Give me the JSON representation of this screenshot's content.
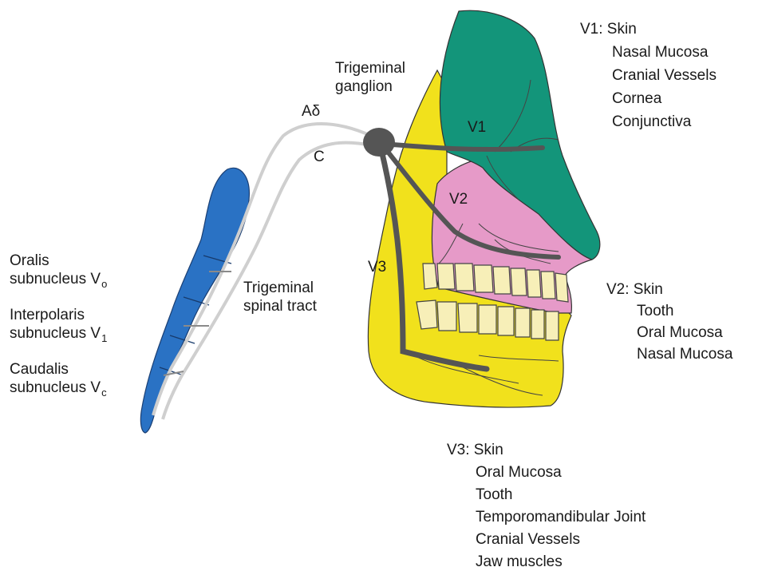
{
  "ganglion_label": [
    "Trigeminal",
    "ganglion"
  ],
  "fiber_labels": {
    "a_delta": "Aδ",
    "c": "C"
  },
  "branch_labels": {
    "v1": "V1",
    "v2": "V2",
    "v3": "V3"
  },
  "tract_label": [
    "Trigeminal",
    "spinal tract"
  ],
  "subnuclei": [
    {
      "line1": "Oralis",
      "base": "subnucleus V",
      "sub": "o"
    },
    {
      "line1": "Interpolaris",
      "base": "subnucleus V",
      "sub": "1"
    },
    {
      "line1": "Caudalis",
      "base": "subnucleus V",
      "sub": "c"
    }
  ],
  "v1_targets": {
    "heading": "V1: Skin",
    "items": [
      "Nasal Mucosa",
      "Cranial Vessels",
      "Cornea",
      "Conjunctiva"
    ]
  },
  "v2_targets": {
    "heading": "V2: Skin",
    "items": [
      "Tooth",
      "Oral Mucosa",
      "Nasal Mucosa"
    ]
  },
  "v3_targets": {
    "heading": "V3: Skin",
    "items": [
      "Oral Mucosa",
      "Tooth",
      "Temporomandibular Joint",
      "Cranial Vessels",
      "Jaw muscles"
    ]
  },
  "colors": {
    "v1_region": "#13957a",
    "v2_region": "#e69ac8",
    "v3_region": "#f1e11c",
    "nucleus": "#2a72c4",
    "nerve": "#555555",
    "fiber": "#cfcfcf"
  }
}
